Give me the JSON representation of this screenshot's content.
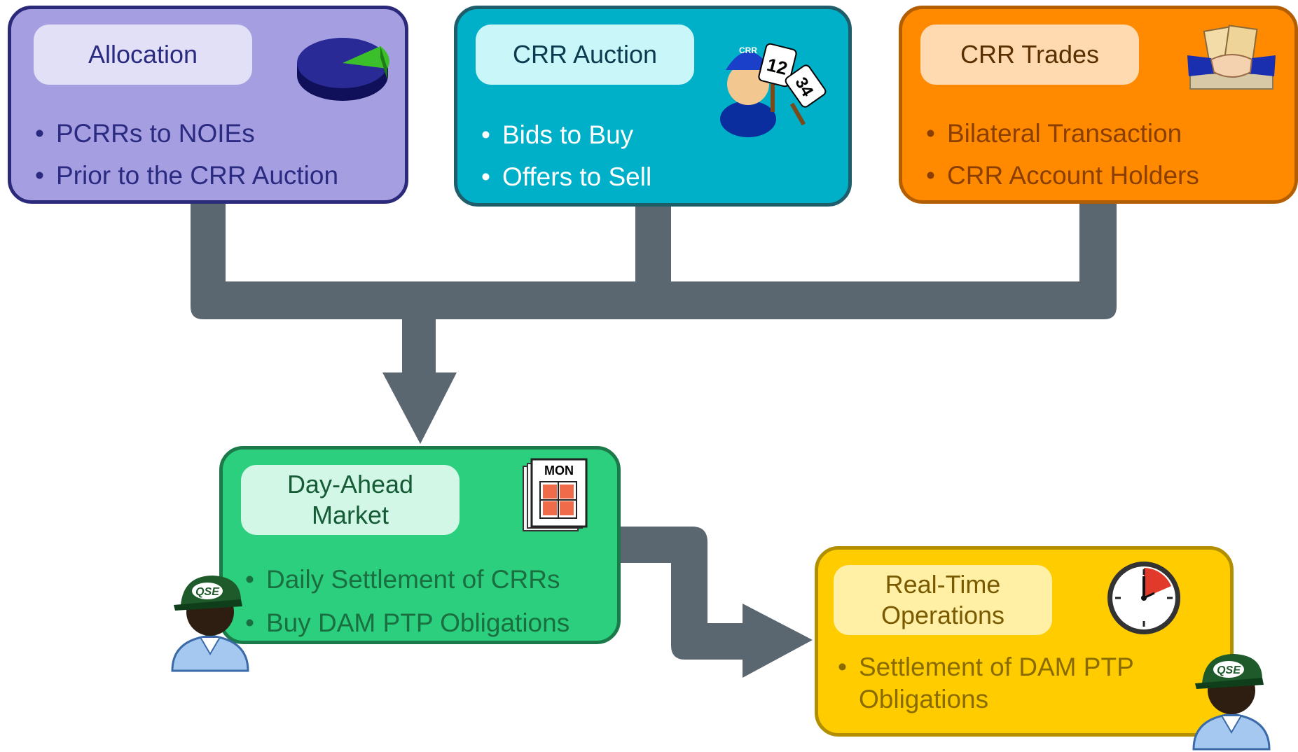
{
  "boxes": {
    "allocation": {
      "title": "Allocation",
      "bullets": [
        "PCRRs to NOIEs",
        "Prior to the CRR Auction"
      ],
      "icon": "pie-chart-icon",
      "color": "#a59ee0"
    },
    "auction": {
      "title": "CRR Auction",
      "bullets": [
        "Bids to Buy",
        "Offers to Sell"
      ],
      "icon": "auctioneer-paddles-icon",
      "icon_text": {
        "badge": "CRR",
        "paddle1": "12",
        "paddle2": "34"
      },
      "color": "#00afc8"
    },
    "trades": {
      "title": "CRR Trades",
      "bullets": [
        "Bilateral Transaction",
        "CRR Account Holders"
      ],
      "icon": "handshake-icon",
      "color": "#ff8a00"
    },
    "dam": {
      "title_line1": "Day-Ahead",
      "title_line2": "Market",
      "bullets": [
        "Daily Settlement of CRRs",
        "Buy DAM PTP Obligations"
      ],
      "icon": "calendar-icon",
      "icon_text": {
        "day": "MON"
      },
      "color": "#2ccf7d"
    },
    "rt": {
      "title_line1": "Real-Time",
      "title_line2": "Operations",
      "bullets": [
        "Settlement of DAM PTP Obligations"
      ],
      "icon": "clock-icon",
      "color": "#ffcc00"
    }
  },
  "person_icon": {
    "cap_text": "QSE",
    "icon": "qse-person-icon"
  },
  "connector_color": "#5a6670"
}
